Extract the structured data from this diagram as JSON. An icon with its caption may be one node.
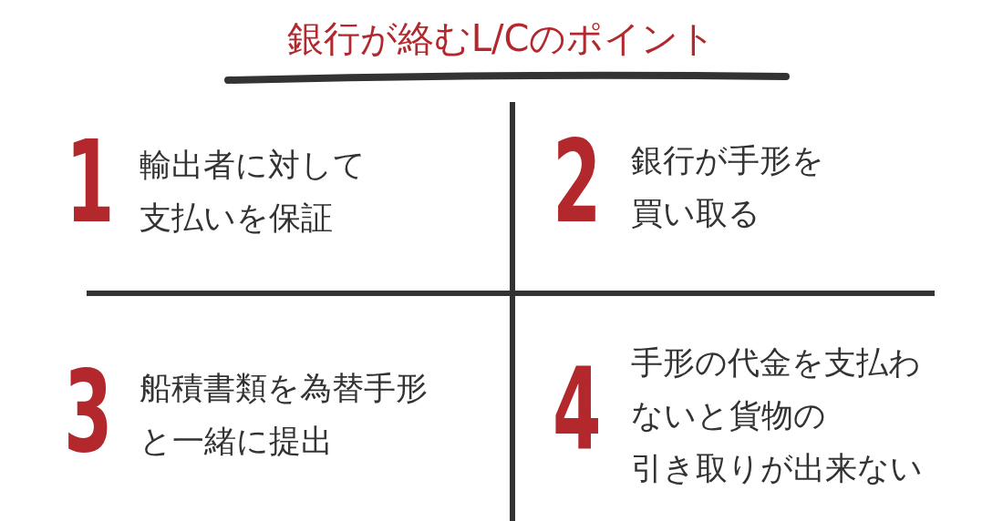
{
  "diagram": {
    "title": "銀行が絡むL/Cのポイント",
    "labels": [
      "1",
      "輸出者に対して支払いを保証",
      "2",
      "銀行が手形を買い取る",
      "3",
      "船積書類を為替手形と一緒に提出",
      "4",
      "手形の代金を支払わないと貨物の引き取りが出来ない"
    ]
  }
}
